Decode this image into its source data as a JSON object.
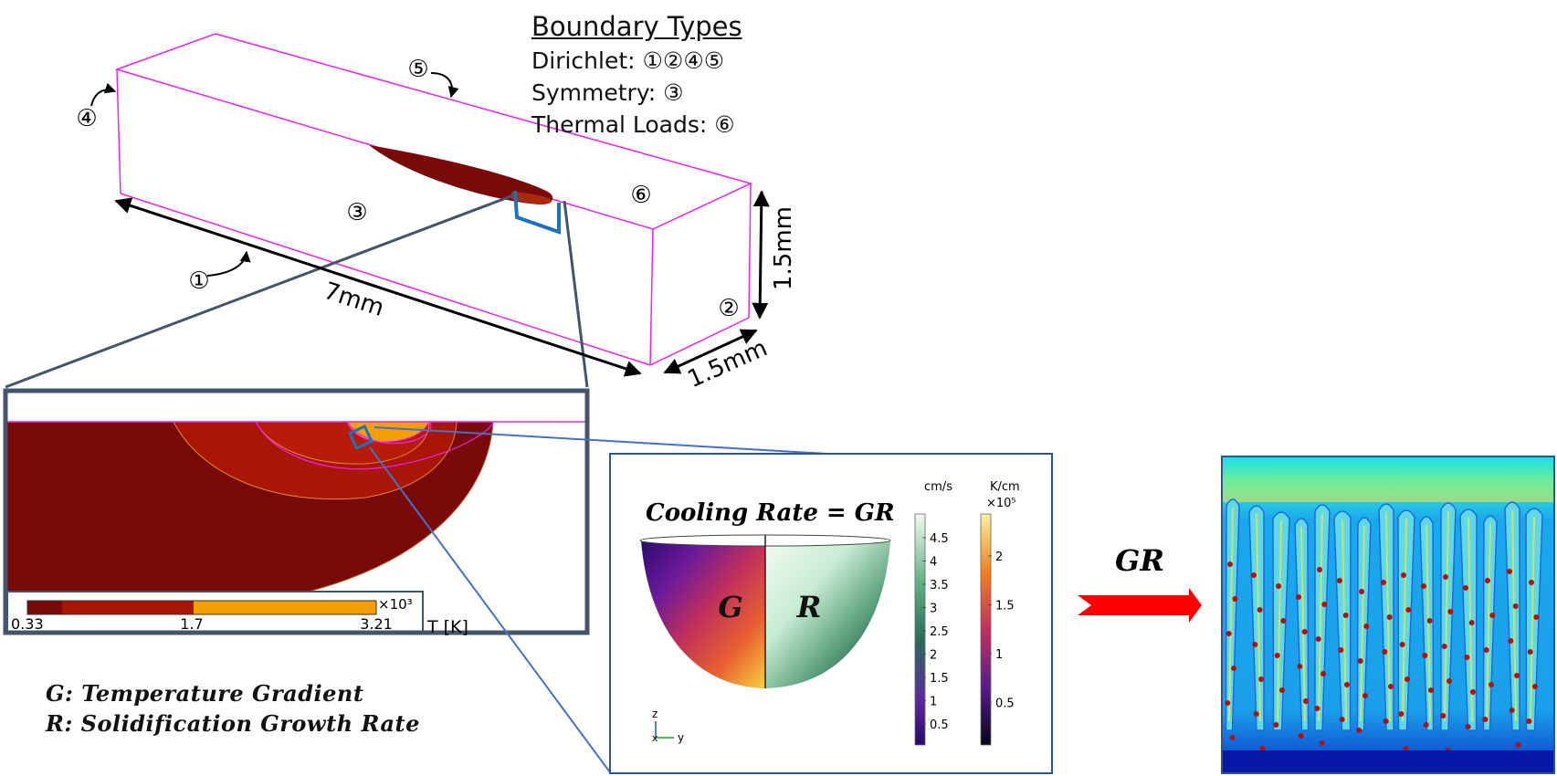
{
  "boundary_types": {
    "title": "Boundary Types",
    "dirichlet": "Dirichlet: ①②④⑤",
    "symmetry": "Symmetry: ③",
    "thermal_loads": "Thermal Loads: ⑥"
  },
  "markers": {
    "m1": "①",
    "m2": "②",
    "m3": "③",
    "m4": "④",
    "m5": "⑤",
    "m6": "⑥"
  },
  "dimensions": {
    "length": "7mm",
    "height": "1.5mm",
    "width": "1.5mm"
  },
  "temperature_scale": {
    "min": "0.33",
    "mid": "1.7",
    "max": "3.21",
    "multiplier": "×10³",
    "unit": "T [K]"
  },
  "melt_pool_panel": {
    "title": "Cooling Rate = GR",
    "g_label": "G",
    "r_label": "R",
    "r_colorbar_unit": "cm/s",
    "r_ticks": [
      "4.5",
      "4",
      "3.5",
      "3",
      "2.5",
      "2",
      "1.5",
      "1",
      "0.5"
    ],
    "g_colorbar_unit": "K/cm",
    "g_colorbar_multiplier": "×10⁵",
    "g_ticks": [
      "2",
      "1.5",
      "1",
      "0.5"
    ],
    "axis_z": "z",
    "axis_y": "y",
    "axis_x": "x"
  },
  "arrow_label": "GR",
  "legend": {
    "g_line": "G: Temperature Gradient",
    "r_line": "R: Solidification Growth Rate"
  },
  "colors": {
    "box_edges": "#ee22ee",
    "melt_dark": "#7a0a0a",
    "melt_mid": "#aa1606",
    "melt_hot": "#f5a000",
    "zoom_box": "#1a72c0",
    "zoom_frame": "#44546a",
    "arrow_red": "#ff0000",
    "dendrite_bg": "#1aa3ea"
  }
}
